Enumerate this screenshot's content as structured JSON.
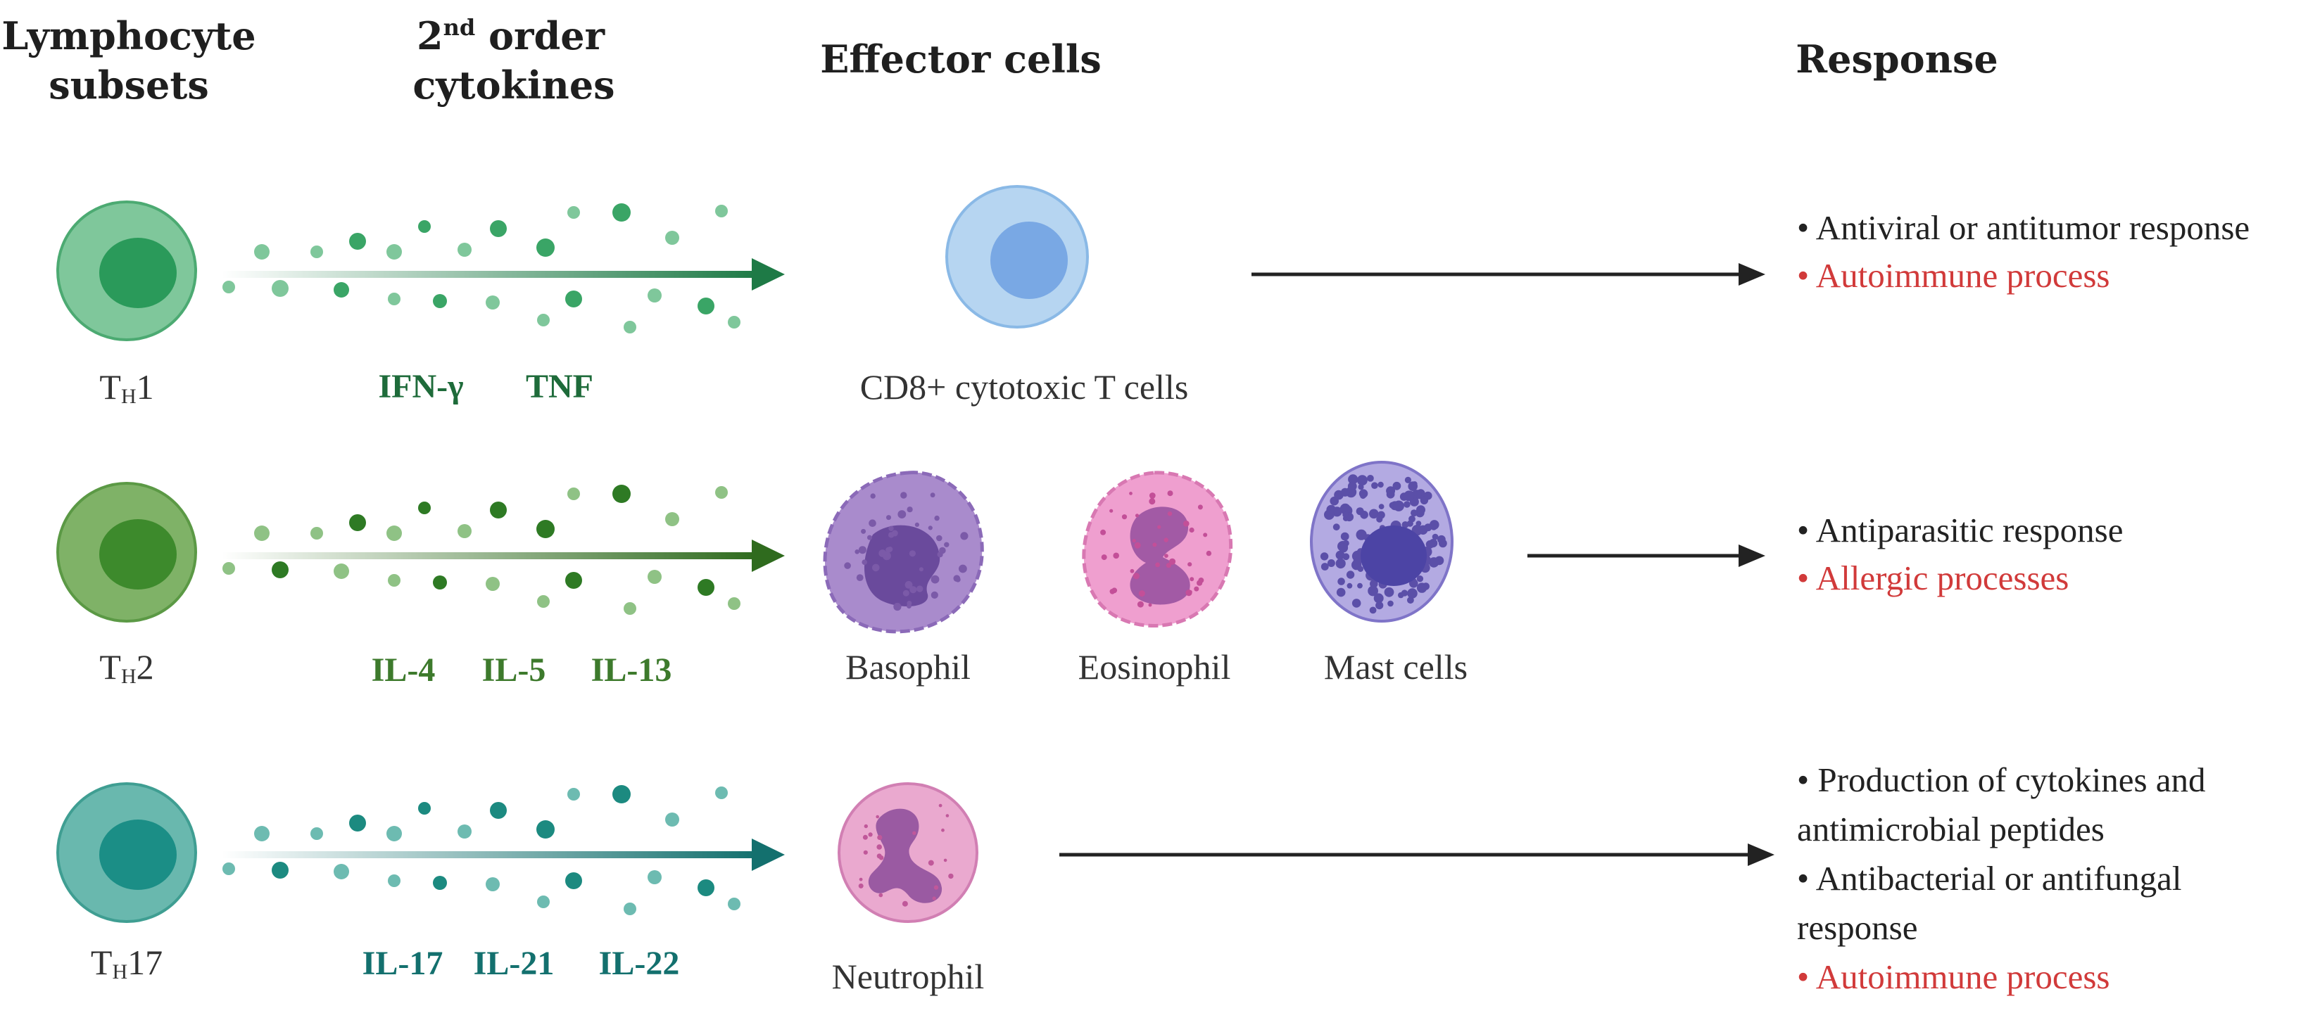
{
  "headers": {
    "lymphocyte_line1": "Lymphocyte",
    "lymphocyte_line2": "subsets",
    "cytokines_line1_main": "2",
    "cytokines_line1_sup": "nd",
    "cytokines_line1_rest": " order",
    "cytokines_line2": "cytokines",
    "effector": "Effector cells",
    "response": "Response"
  },
  "rows": [
    {
      "subset_main": "T",
      "subset_sub": "H",
      "subset_num": "1",
      "cytokines": [
        "IFN-γ",
        "TNF"
      ],
      "effectors": [
        "CD8+ cytotoxic T cells"
      ],
      "responses": [
        {
          "text": "• Antiviral or antitumor response",
          "highlight": false
        },
        {
          "text": "• Autoimmune process",
          "highlight": true
        }
      ]
    },
    {
      "subset_main": "T",
      "subset_sub": "H",
      "subset_num": "2",
      "cytokines": [
        "IL-4",
        "IL-5",
        "IL-13"
      ],
      "effectors": [
        "Basophil",
        "Eosinophil",
        "Mast cells"
      ],
      "responses": [
        {
          "text": "• Antiparasitic response",
          "highlight": false
        },
        {
          "text": "• Allergic processes",
          "highlight": true
        }
      ]
    },
    {
      "subset_main": "T",
      "subset_sub": "H",
      "subset_num": "17",
      "cytokines": [
        "IL-17",
        "IL-21",
        "IL-22"
      ],
      "effectors": [
        "Neutrophil"
      ],
      "responses": [
        {
          "text": "• Production of cytokines and",
          "highlight": false
        },
        {
          "text": "antimicrobial peptides",
          "highlight": false
        },
        {
          "text": "• Antibacterial or antifungal",
          "highlight": false
        },
        {
          "text": "response",
          "highlight": false
        },
        {
          "text": "• Autoimmune process",
          "highlight": true
        }
      ]
    }
  ],
  "colors": {
    "th1": "#1e6b3a",
    "th2": "#2f6b1e",
    "th17": "#13706e",
    "highlight": "#d13a3a"
  }
}
